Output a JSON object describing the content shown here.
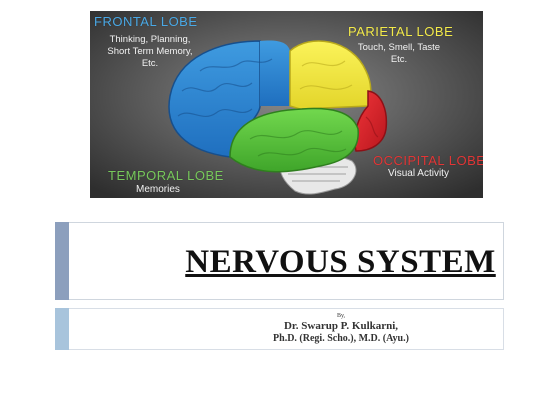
{
  "banner": {
    "frontal": {
      "title": "FRONTAL LOBE",
      "lines": [
        "Thinking, Planning,",
        "Short Term Memory,",
        "Etc."
      ]
    },
    "parietal": {
      "title": "PARIETAL LOBE",
      "lines": [
        "Touch, Smell, Taste",
        "Etc."
      ]
    },
    "temporal": {
      "title": "TEMPORAL LOBE",
      "lines": [
        "Memories"
      ]
    },
    "occipital": {
      "title": "OCCIPITAL LOBE",
      "lines": [
        "Visual Activity"
      ]
    },
    "colors": {
      "frontal": "#2e86d4",
      "parietal": "#f2e83a",
      "temporal": "#5cc63a",
      "occipital": "#e1262d",
      "background": "#5a5a5a"
    }
  },
  "slide": {
    "title": "NERVOUS SYSTEM",
    "by": "By,",
    "author": "Dr. Swarup P. Kulkarni,",
    "credentials": "Ph.D. (Regi. Scho.), M.D. (Ayu.)"
  }
}
